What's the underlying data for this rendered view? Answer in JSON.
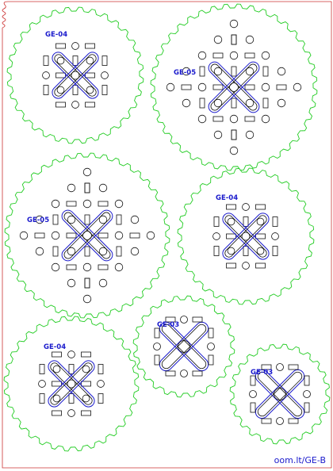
{
  "sheet": {
    "credit": "oom.lt/GE-B",
    "colors": {
      "border": "#cc3333",
      "gear_outline": "#22cc22",
      "cut_lines": "#111111",
      "slots_and_labels": "#1a1acc",
      "background": "#ffffff"
    }
  },
  "gears": [
    {
      "id": "gear-1",
      "label": "GE-04",
      "teeth": 32,
      "style": "ge04"
    },
    {
      "id": "gear-2",
      "label": "GE-05",
      "teeth": 40,
      "style": "ge05"
    },
    {
      "id": "gear-3",
      "label": "GE-05",
      "teeth": 40,
      "style": "ge05"
    },
    {
      "id": "gear-4",
      "label": "GE-04",
      "teeth": 32,
      "style": "ge04"
    },
    {
      "id": "gear-5",
      "label": "GE-03",
      "teeth": 24,
      "style": "ge03"
    },
    {
      "id": "gear-6",
      "label": "GE-04",
      "teeth": 32,
      "style": "ge04"
    },
    {
      "id": "gear-7",
      "label": "GE-03",
      "teeth": 24,
      "style": "ge03"
    }
  ]
}
